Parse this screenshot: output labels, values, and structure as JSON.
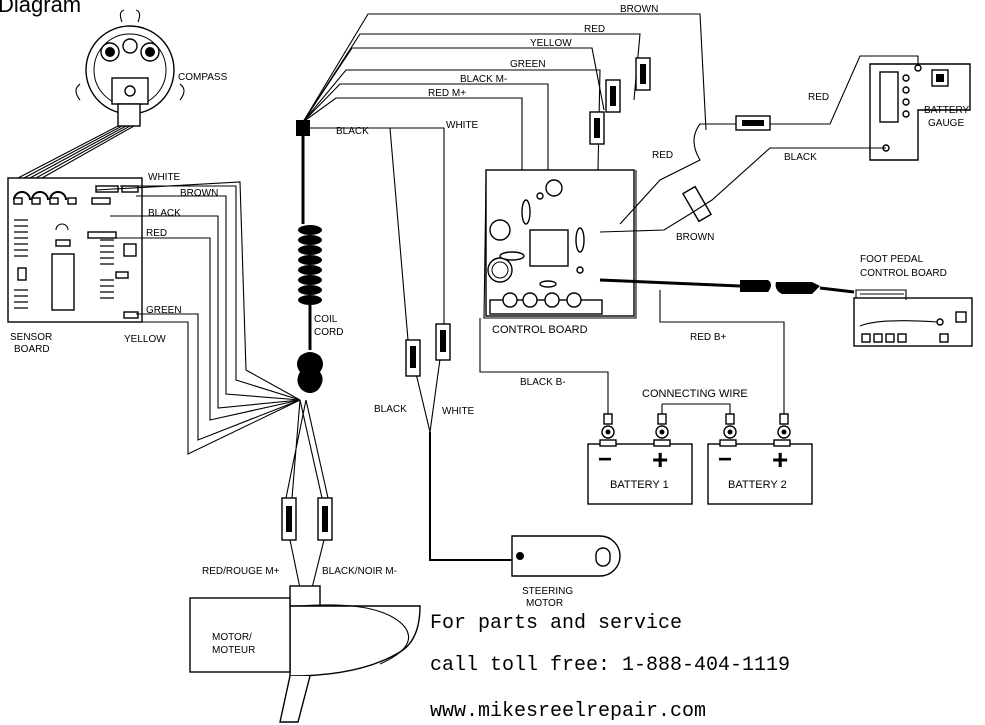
{
  "title": "Diagram",
  "components": {
    "compass": "COMPASS",
    "sensor_board": [
      "SENSOR",
      "BOARD"
    ],
    "coil_cord": [
      "COIL",
      "CORD"
    ],
    "control_board": "CONTROL BOARD",
    "battery_gauge": [
      "BATTERY",
      "GAUGE"
    ],
    "foot_pedal": [
      "FOOT PEDAL",
      "CONTROL BOARD"
    ],
    "connecting_wire": "CONNECTING WIRE",
    "battery_1": "BATTERY 1",
    "battery_2": "BATTERY 2",
    "steering_motor": [
      "STEERING",
      "MOTOR"
    ],
    "motor": [
      "MOTOR/",
      "MOTEUR"
    ]
  },
  "wires": {
    "white": "WHITE",
    "brown": "BROWN",
    "black": "BLACK",
    "red": "RED",
    "green": "GREEN",
    "yellow": "YELLOW",
    "black_m_minus": "BLACK M-",
    "red_m_plus": "RED M+",
    "red_b_plus": "RED B+",
    "black_b_minus": "BLACK B-",
    "red_rouge_m_plus": "RED/ROUGE M+",
    "black_noir_m_minus": "BLACK/NOIR M-"
  },
  "battery_terminals": {
    "minus": "−",
    "plus": "+"
  },
  "service": {
    "line1": "For parts and service",
    "line2": "call toll free: 1-888-404-1119",
    "line3": "www.mikesreelrepair.com"
  }
}
